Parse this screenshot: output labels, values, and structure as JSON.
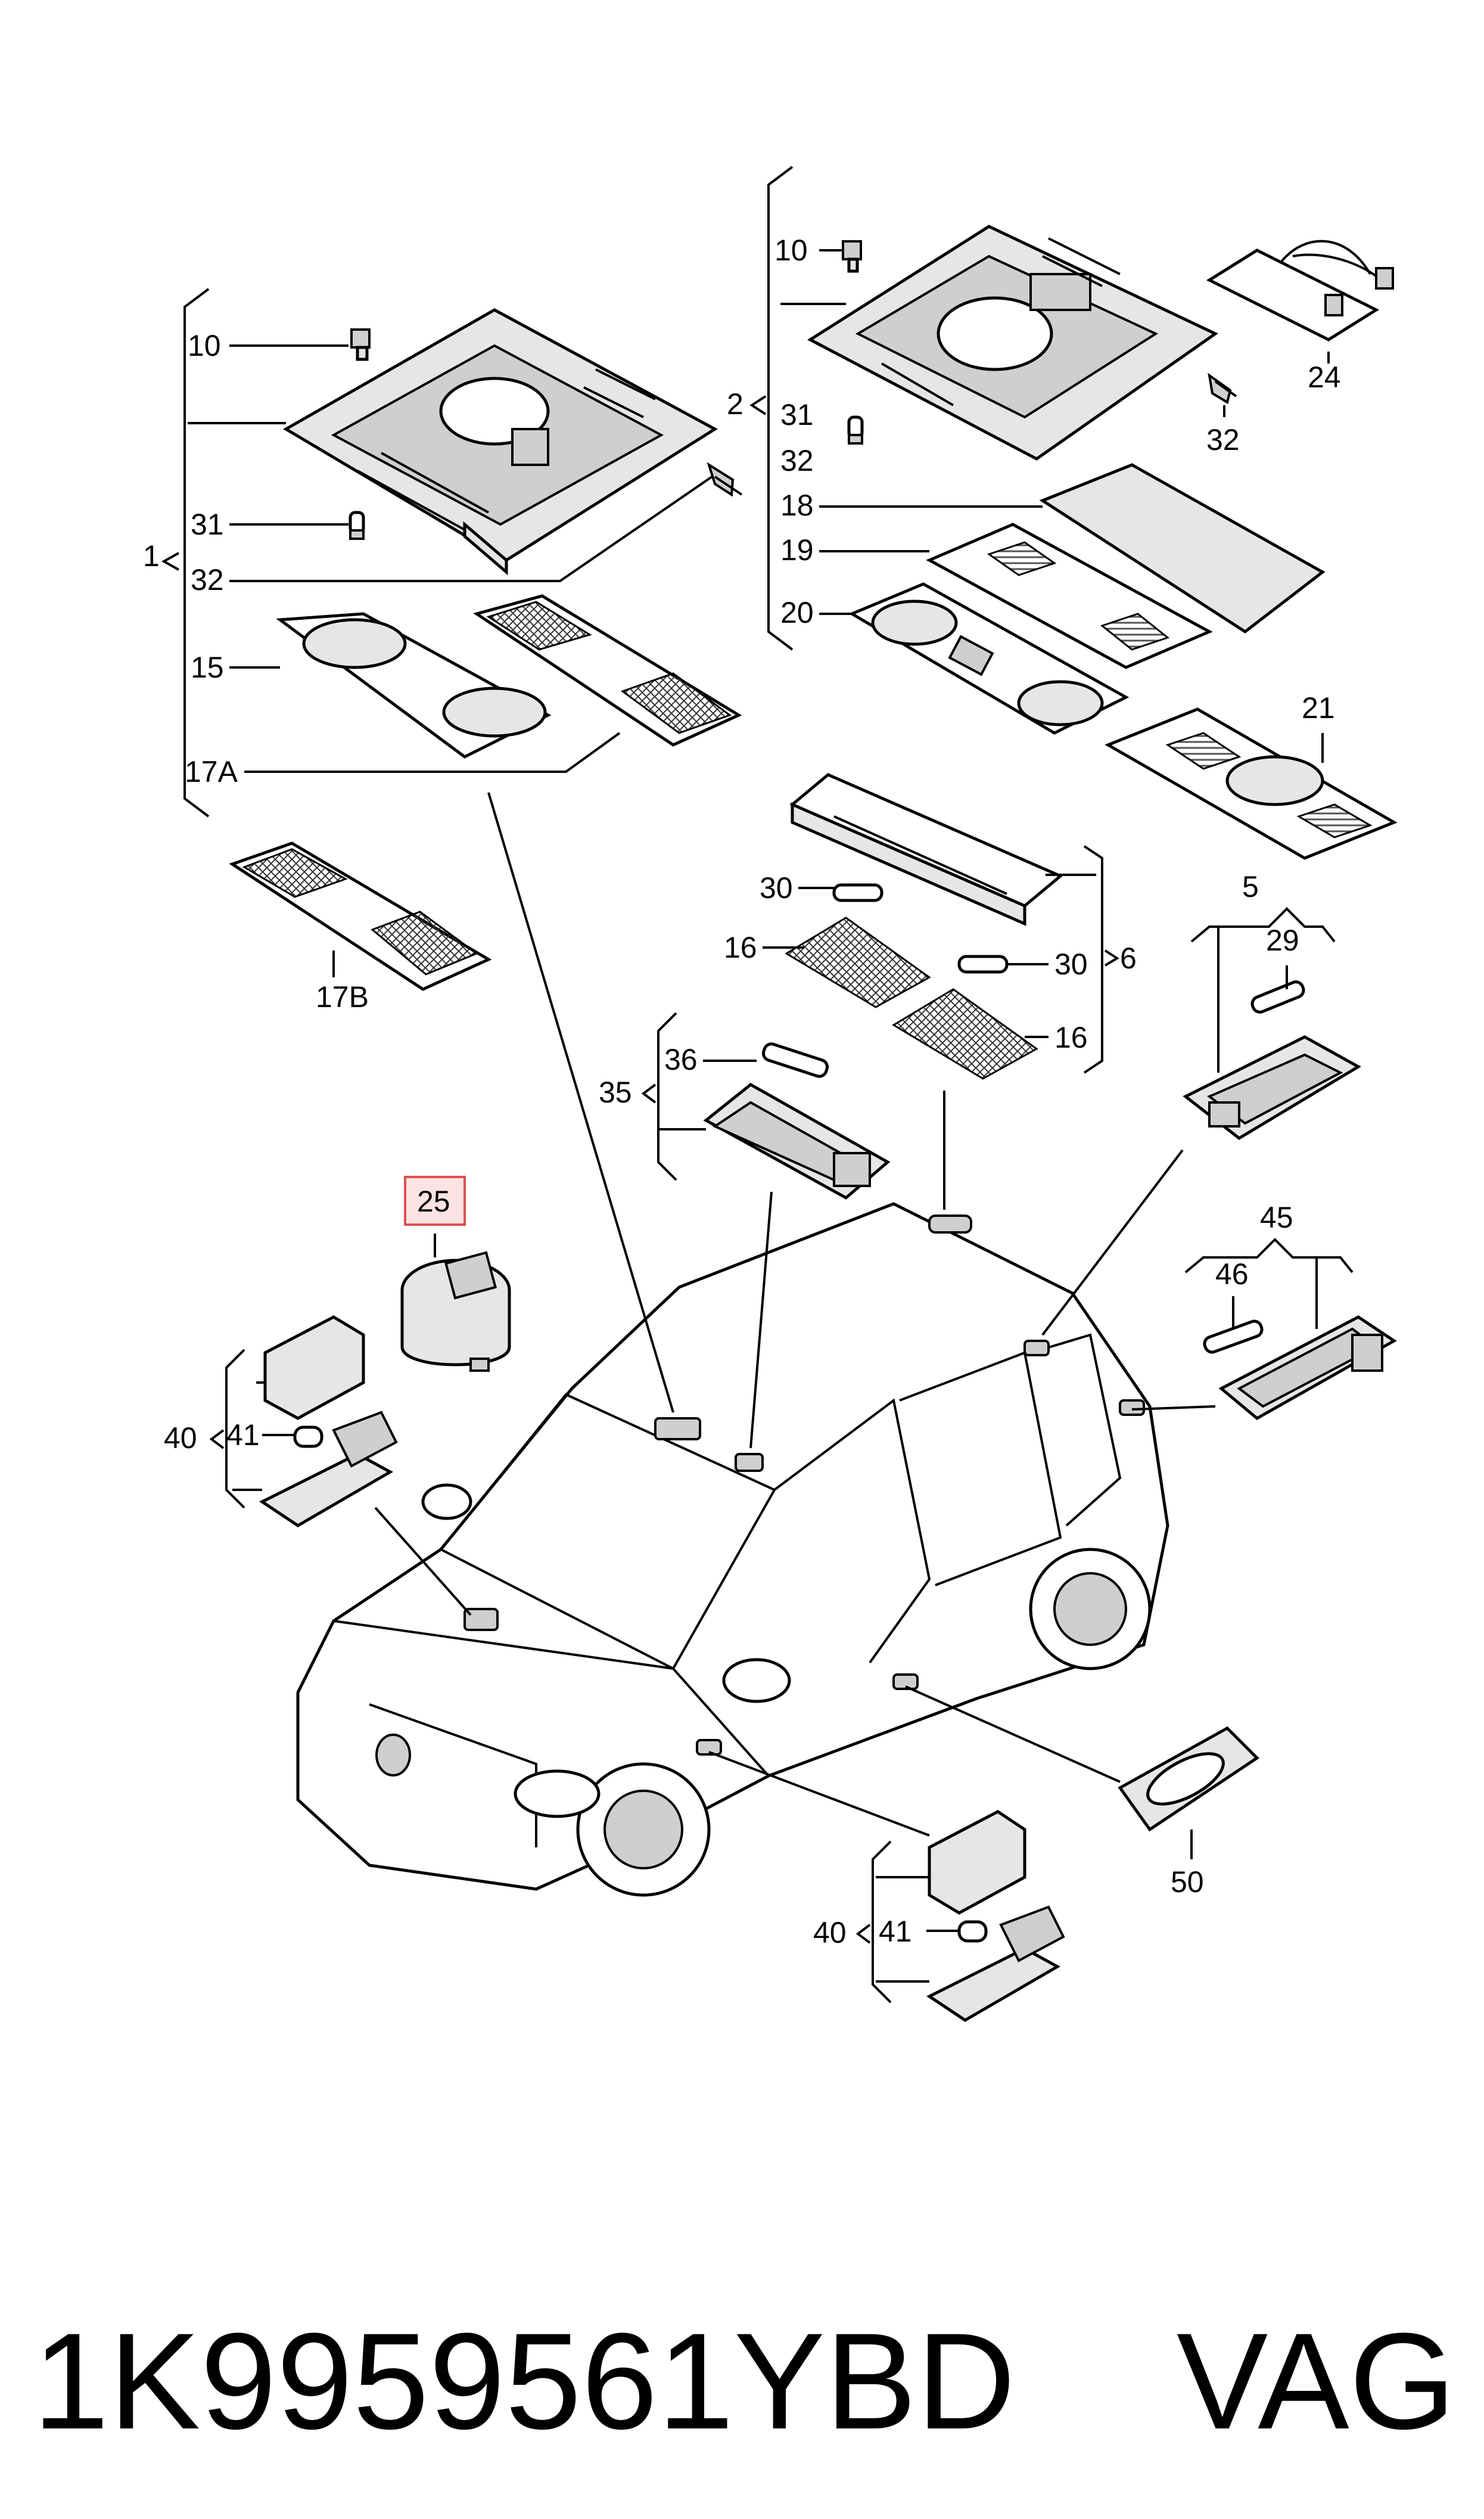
{
  "part_number": "1K9959561YBD",
  "brand": "VAG",
  "highlight_color": "#e05050",
  "callouts": {
    "c1": "1",
    "c2": "2",
    "c5": "5",
    "c6": "6",
    "c10a": "10",
    "c10b": "10",
    "c15": "15",
    "c16a": "16",
    "c16b": "16",
    "c17a": "17A",
    "c17b": "17B",
    "c18": "18",
    "c19": "19",
    "c20": "20",
    "c21": "21",
    "c24": "24",
    "c25": "25",
    "c29": "29",
    "c30a": "30",
    "c30b": "30",
    "c31a": "31",
    "c31b": "31",
    "c32a": "32",
    "c32b": "32",
    "c32c": "32",
    "c35": "35",
    "c36": "36",
    "c40a": "40",
    "c40b": "40",
    "c41a": "41",
    "c41b": "41",
    "c45": "45",
    "c46": "46",
    "c50": "50"
  }
}
